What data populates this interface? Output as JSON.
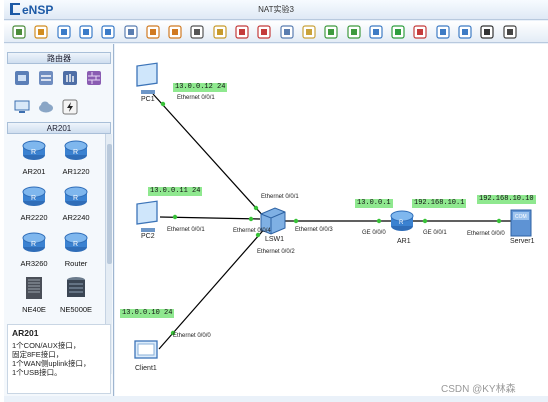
{
  "app": {
    "brand": "eNSP",
    "window_title": "NAT实验3"
  },
  "toolbar": {
    "icons": [
      "new-topology-icon",
      "open-icon",
      "save-template-icon",
      "save-icon",
      "save-as-icon",
      "print-icon",
      "undo-icon",
      "redo-icon",
      "select-icon",
      "hand-pan-icon",
      "delete-icon",
      "delete-link-icon",
      "text-icon",
      "palette-icon",
      "zoom-in-icon",
      "zoom-out-icon",
      "fit-window-icon",
      "start-device-icon",
      "stop-device-icon",
      "capture-icon",
      "topology-icon",
      "console-icon",
      "settings-icon"
    ]
  },
  "left_panel": {
    "category_header": "路由器",
    "category_icons": [
      "router-category-icon",
      "switch-category-icon",
      "wlan-category-icon",
      "firewall-category-icon",
      "pc-category-icon",
      "cloud-category-icon",
      "power-category-icon"
    ],
    "device_header": "AR201",
    "devices": [
      {
        "label": "AR201"
      },
      {
        "label": "AR1220"
      },
      {
        "label": "AR2220"
      },
      {
        "label": "AR2240"
      },
      {
        "label": "AR3260"
      },
      {
        "label": "Router"
      },
      {
        "label": "NE40E"
      },
      {
        "label": "NE5000E"
      }
    ],
    "description": {
      "title": "AR201",
      "lines": [
        "1个CON/AUX接口，",
        "固定8FE接口，",
        "1个WAN侧uplink接口，",
        "1个USB接口。"
      ]
    }
  },
  "topology": {
    "nodes": [
      {
        "id": "PC1",
        "label": "PC1"
      },
      {
        "id": "PC2",
        "label": "PC2"
      },
      {
        "id": "Client1",
        "label": "Client1"
      },
      {
        "id": "LSW1",
        "label": "LSW1"
      },
      {
        "id": "AR1",
        "label": "AR1"
      },
      {
        "id": "Server1",
        "label": "Server1"
      }
    ],
    "ip_tags": {
      "pc1": "13.0.0.12 24",
      "pc2": "13.0.0.11 24",
      "client1": "13.0.0.10 24",
      "ar1_ge000": "13.0.0.1",
      "ar1_ge001": "192.168.10.1",
      "server1": "192.168.10.10"
    },
    "ports": {
      "pc1_eth": "Ethernet 0/0/1",
      "lsw_eth1": "Ethernet 0/0/1",
      "pc2_eth": "Ethernet 0/0/1",
      "lsw_eth4": "Ethernet 0/0/4",
      "lsw_eth3": "Ethernet 0/0/3",
      "ar_ge000": "GE 0/0/0",
      "ar_ge001": "GE 0/0/1",
      "server_eth": "Ethernet 0/0/0",
      "lsw_eth2": "Ethernet 0/0/2",
      "client_eth": "Ethernet 0/0/0"
    },
    "colors": {
      "tag_bg": "#8fe88f",
      "link": "#000000",
      "port_dot": "#38c238"
    }
  },
  "watermark": "CSDN @KY林森"
}
